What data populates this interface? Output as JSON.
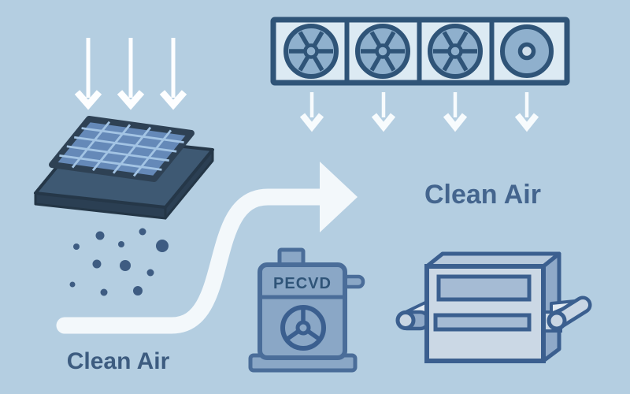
{
  "labels": {
    "clean_air_left": "Clean Air",
    "clean_air_right": "Clean Air",
    "pecvd_machine": "PECVD"
  },
  "colors": {
    "background": "#b4cee1",
    "outline_dark": "#2f5478",
    "machine_outline": "#4a6d99",
    "machine_fill": "#8aa7c6",
    "fan_fill": "#8fb0cd",
    "filter_housing_fill": "#dceaf3",
    "panel_fill": "#6589b8",
    "panel_grid_line": "#a3c4e4",
    "panel_base": "#3e5973",
    "particle": "#3e5c82",
    "flow_arrow_white": "#f3f8fb",
    "label_text": "#3d5c80"
  },
  "filter_bank": {
    "fan_unit_count": 4,
    "spoked_fan_count": 3,
    "plain_fan_count": 1,
    "outflow_arrow_count": 4
  },
  "airflow": {
    "inflow_arrow_count": 3
  },
  "particles": {
    "count": 11
  }
}
